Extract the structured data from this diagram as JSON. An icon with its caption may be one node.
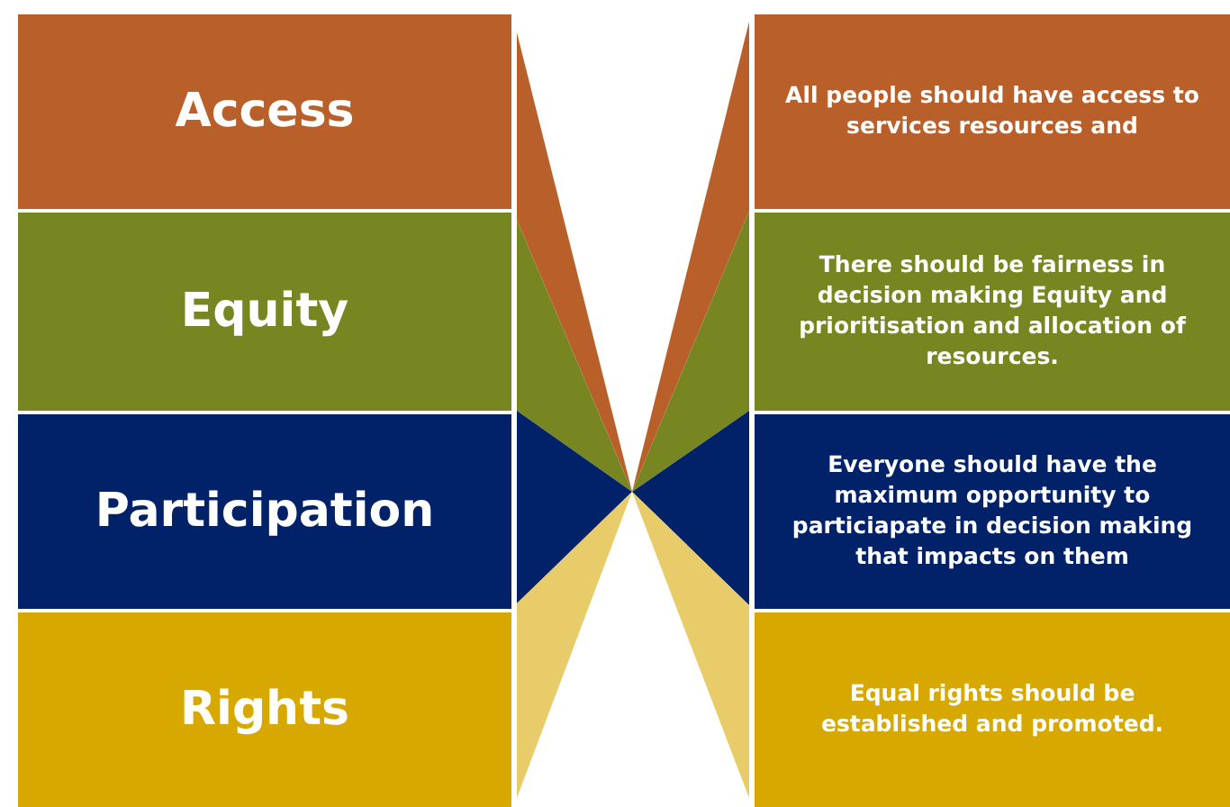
{
  "diagram": {
    "nodes": [
      {
        "text": [
          "Access"
        ]
      },
      {
        "text": [
          "All people should have access to services resources and"
        ]
      },
      {
        "text": [
          "Equity"
        ]
      },
      {
        "text": [
          "There should be fairness in decision making Equity and prioritisation and allocation of resources."
        ]
      },
      {
        "text": [
          "Participation"
        ]
      },
      {
        "text": [
          "Everyone should have the maximum opportunity to particiapate in decision making that impacts on them"
        ]
      },
      {
        "text": [
          "Rights"
        ]
      },
      {
        "text": [
          "Equal rights should be established and promoted."
        ]
      }
    ]
  }
}
